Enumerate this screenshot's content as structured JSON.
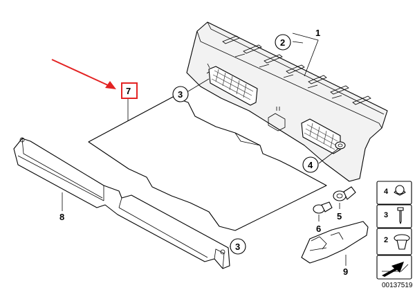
{
  "diagram": {
    "document_number": "00137519",
    "highlight_color": "#e32222",
    "callouts": {
      "c1": "1",
      "c2": "2",
      "c3a": "3",
      "c3b": "3",
      "c4": "4",
      "c5": "5",
      "c6": "6",
      "c7": "7",
      "c8": "8",
      "c9": "9"
    },
    "legend": {
      "l4": "4",
      "l3": "3",
      "l2": "2"
    }
  }
}
